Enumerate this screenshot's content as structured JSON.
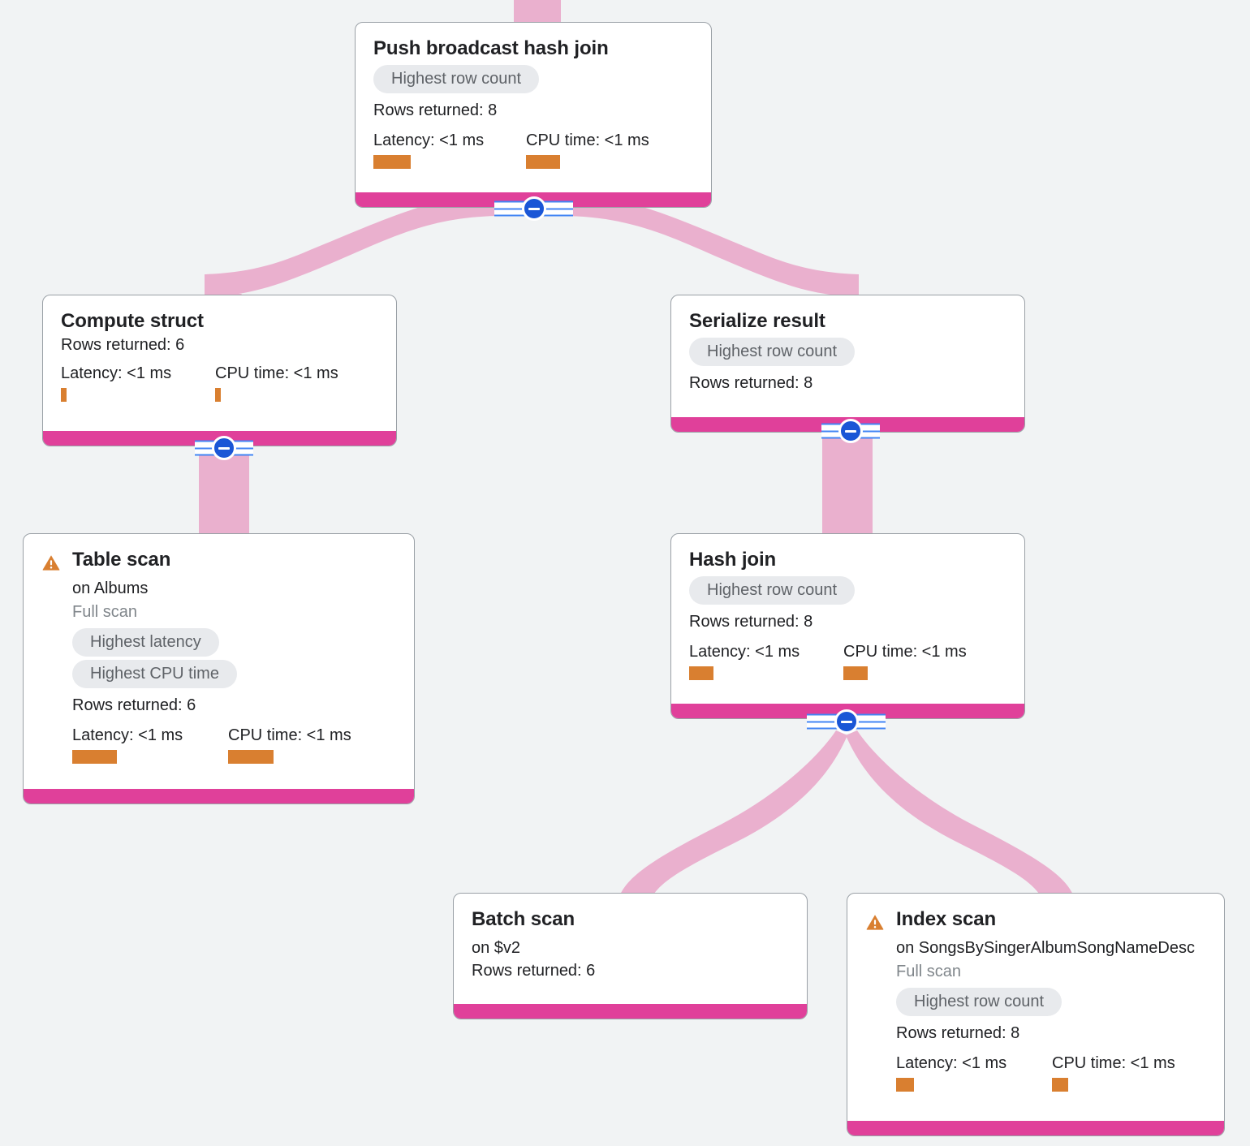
{
  "theme": {
    "background": "#f1f3f4",
    "card_background": "#ffffff",
    "card_border": "#9aa0a6",
    "footer_bar": "#e0409a",
    "edge_ribbon": "#eab0ce",
    "badge_background": "#e8eaed",
    "badge_text": "#5f6368",
    "metric_bar": "#d97f30",
    "warning_icon": "#d97f30",
    "toggle_knob": "#1a56d6",
    "toggle_rail": "#4285f4",
    "title_text": "#202124",
    "muted_text": "#80868b"
  },
  "labels": {
    "rows_prefix": "Rows returned:",
    "latency_label": "Latency:",
    "cpu_label": "CPU time:"
  },
  "nodes": [
    {
      "id": "push-broadcast-hash-join",
      "title": "Push broadcast hash join",
      "subtitle": null,
      "scan_type": null,
      "warning": false,
      "badges": [
        "Highest row count"
      ],
      "rows_returned": "Rows returned: 8",
      "latency": "Latency: <1 ms",
      "cpu_time": "CPU time: <1 ms",
      "latency_bar_width": 46,
      "cpu_bar_width": 42,
      "has_toggle": true,
      "toggle_state": "expanded"
    },
    {
      "id": "compute-struct",
      "title": "Compute struct",
      "subtitle": null,
      "scan_type": null,
      "warning": false,
      "badges": [],
      "rows_returned": "Rows returned: 6",
      "latency": "Latency: <1 ms",
      "cpu_time": "CPU time: <1 ms",
      "latency_bar_width": 7,
      "cpu_bar_width": 7,
      "has_toggle": true,
      "toggle_state": "expanded"
    },
    {
      "id": "serialize-result",
      "title": "Serialize result",
      "subtitle": null,
      "scan_type": null,
      "warning": false,
      "badges": [
        "Highest row count"
      ],
      "rows_returned": "Rows returned: 8",
      "latency": null,
      "cpu_time": null,
      "latency_bar_width": 0,
      "cpu_bar_width": 0,
      "has_toggle": true,
      "toggle_state": "expanded"
    },
    {
      "id": "table-scan",
      "title": "Table scan",
      "subtitle": "on Albums",
      "scan_type": "Full scan",
      "warning": true,
      "badges": [
        "Highest latency",
        "Highest CPU time"
      ],
      "rows_returned": "Rows returned: 6",
      "latency": "Latency: <1 ms",
      "cpu_time": "CPU time: <1 ms",
      "latency_bar_width": 55,
      "cpu_bar_width": 56,
      "has_toggle": false,
      "toggle_state": null
    },
    {
      "id": "hash-join",
      "title": "Hash join",
      "subtitle": null,
      "scan_type": null,
      "warning": false,
      "badges": [
        "Highest row count"
      ],
      "rows_returned": "Rows returned: 8",
      "latency": "Latency: <1 ms",
      "cpu_time": "CPU time: <1 ms",
      "latency_bar_width": 30,
      "cpu_bar_width": 30,
      "has_toggle": true,
      "toggle_state": "expanded"
    },
    {
      "id": "batch-scan",
      "title": "Batch scan",
      "subtitle": "on $v2",
      "scan_type": null,
      "warning": false,
      "badges": [],
      "rows_returned": "Rows returned: 6",
      "latency": null,
      "cpu_time": null,
      "latency_bar_width": 0,
      "cpu_bar_width": 0,
      "has_toggle": false,
      "toggle_state": null
    },
    {
      "id": "index-scan",
      "title": "Index scan",
      "subtitle": "on SongsBySingerAlbumSongNameDesc",
      "scan_type": "Full scan",
      "warning": true,
      "badges": [
        "Highest row count"
      ],
      "rows_returned": "Rows returned: 8",
      "latency": "Latency: <1 ms",
      "cpu_time": "CPU time: <1 ms",
      "latency_bar_width": 22,
      "cpu_bar_width": 20,
      "has_toggle": false,
      "toggle_state": null
    }
  ]
}
